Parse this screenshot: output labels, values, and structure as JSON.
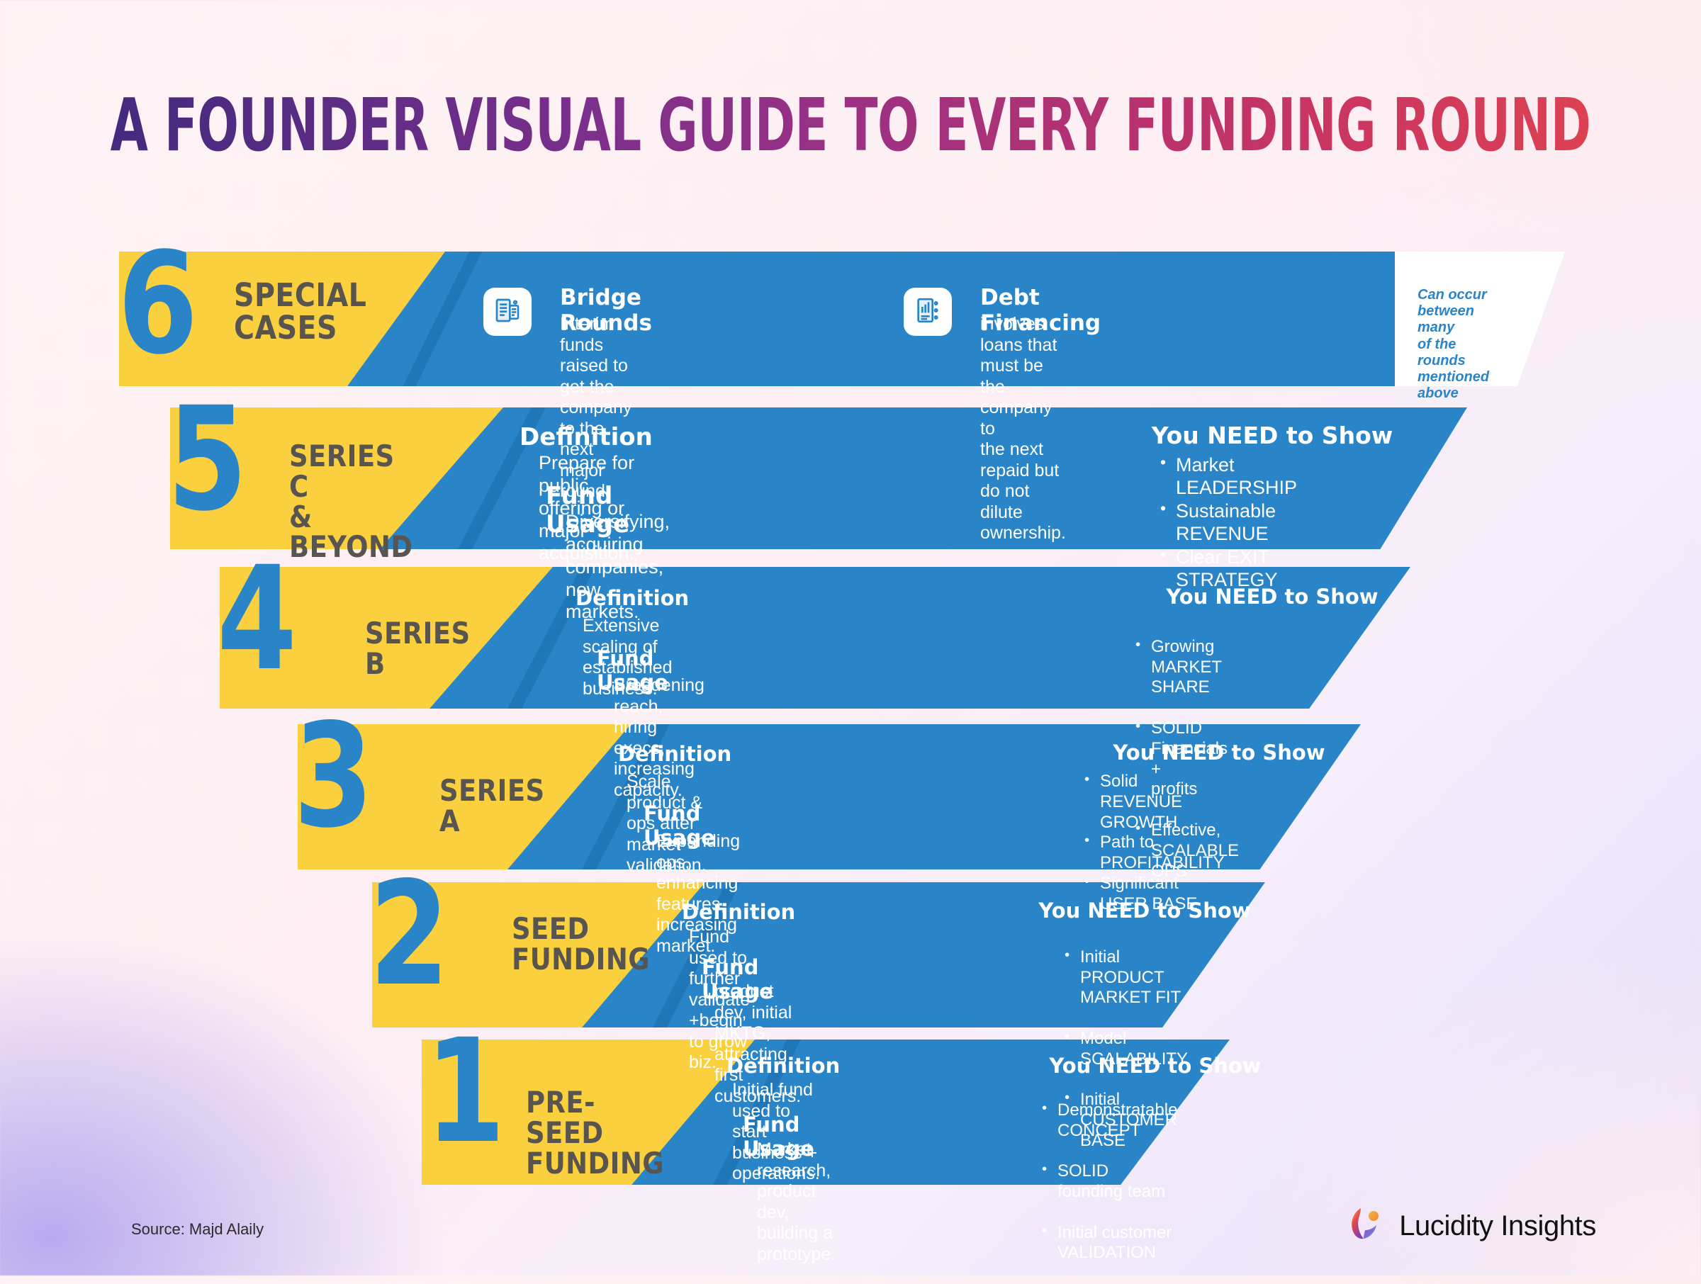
{
  "title": "A FOUNDER VISUAL GUIDE TO EVERY FUNDING ROUND",
  "labels": {
    "definition": "Definition",
    "fund_usage": "Fund Usage",
    "you_need_to_show": "You NEED to Show"
  },
  "rows": [
    {
      "number": "6",
      "stage": "SPECIAL\nCASES",
      "special": true,
      "cards": [
        {
          "icon": "document-stack-icon",
          "heading": "Bridge Rounds",
          "body": "Interim funds raised to get the\ncompany to the next major round."
        },
        {
          "icon": "document-chart-icon",
          "heading": "Debt Financing",
          "body": "involves loans that must be the company to\nthe next repaid but do not dilute ownership."
        }
      ],
      "note": "Can occur\nbetween many\nof the rounds\nmentioned\nabove"
    },
    {
      "number": "5",
      "stage": "SERIES C\n& BEYOND",
      "definition": "Prepare for public offering or major acquisition.",
      "fund_usage": "Diversifying, acquiring companies, new markets.",
      "need": [
        "Market LEADERSHIP",
        "Sustainable REVENUE",
        "Clear EXIT STRATEGY"
      ]
    },
    {
      "number": "4",
      "stage": "SERIES B",
      "definition": "Extensive scaling of established business.",
      "fund_usage": "Broadening reach, hiring execs, increasing capacity.",
      "need": [
        "Growing MARKET SHARE",
        "SOLID Financials +\nprofits",
        "Effective, SCALABLE OPS"
      ]
    },
    {
      "number": "3",
      "stage": "SERIES A",
      "definition": "Scale product & ops after market validation.",
      "fund_usage": "Expanding ops, enhancing features, increasing market.",
      "need": [
        "Solid REVENUE GROWTH",
        "Path to PROFITABILITY",
        "Significant USER BASE"
      ]
    },
    {
      "number": "2",
      "stage": "SEED\nFUNDING",
      "definition": "Fund used to further validate +begin to grow biz.",
      "fund_usage": "product dev, initial MKTG, attracting first\ncustomers.",
      "need": [
        "Initial PRODUCT\nMARKET FIT",
        "Model SCALABILITY",
        "Initial CUSTOMER BASE"
      ]
    },
    {
      "number": "1",
      "stage": "PRE-SEED\nFUNDING",
      "definition": "Initial fund used to start business +\noperations.",
      "fund_usage": "Market research, product dev, building a\nprototype.",
      "need": [
        "Demonstratable\nCONCEPT",
        "SOLID founding team",
        "Initial customer\nVALIDATION"
      ]
    }
  ],
  "footer": {
    "source": "Source: Majd Alaily",
    "brand": "Lucidity Insights"
  },
  "colors": {
    "blue": "#2a84c8",
    "blue_dark": "#2077b8",
    "yellow": "#fad03f",
    "label_gray": "#58544f",
    "title_gradient_start": "#3d2a7d",
    "title_gradient_end": "#e0434f"
  }
}
